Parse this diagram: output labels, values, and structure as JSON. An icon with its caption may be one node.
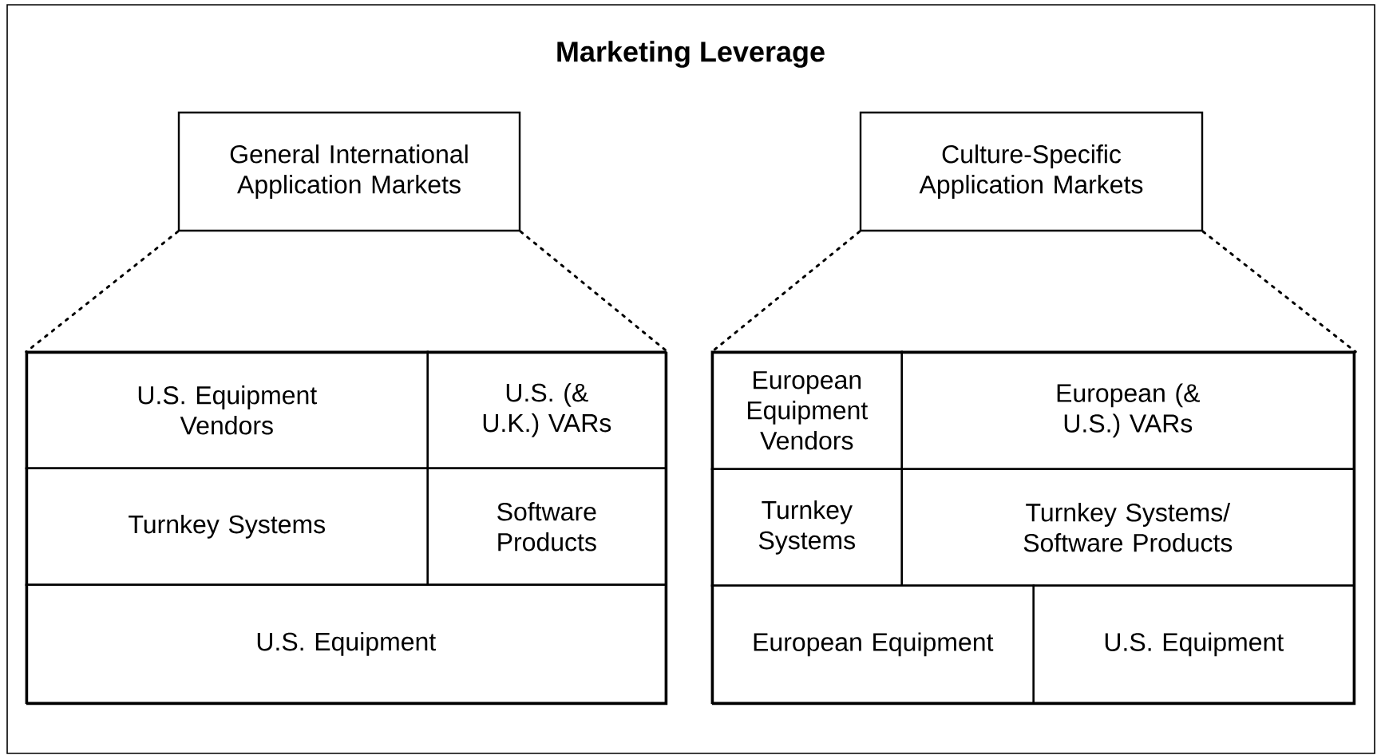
{
  "diagram": {
    "title": "Marketing Leverage",
    "nodes": [
      {
        "text": [
          "General International Application Markets"
        ]
      },
      {
        "text": [],
        "shape": "box"
      },
      {
        "text": [
          "U.S. Equipment Vendors"
        ],
        "in": 1
      },
      {
        "text": [
          "U.S. (& U.K.) VARs"
        ],
        "in": 1
      },
      {
        "text": [
          "Turnkey Systems"
        ],
        "in": 1
      },
      {
        "text": [
          "Software Products"
        ],
        "in": 1
      },
      {
        "text": [
          "U.S. Equipment"
        ],
        "in": 1
      },
      {
        "text": [
          "Culture-Specific Application Markets"
        ]
      },
      {
        "text": [],
        "shape": "box"
      },
      {
        "text": [
          "European Equipment Vendors"
        ],
        "in": 8
      },
      {
        "text": [
          "European (& U.S.) VARs"
        ],
        "in": 8
      },
      {
        "text": [
          "Turnkey Systems"
        ],
        "in": 8
      },
      {
        "text": [
          "Turnkey Systems/ Software Products"
        ],
        "in": 8
      },
      {
        "text": [
          "European Equipment"
        ],
        "in": 8
      },
      {
        "text": [
          "U.S. Equipment"
        ],
        "in": 8
      }
    ],
    "edges": [
      {
        "from": 0,
        "to": 1,
        "arrow": "none",
        "style": "dashed"
      },
      {
        "from": 0,
        "to": 1,
        "arrow": "none",
        "style": "dashed"
      },
      {
        "from": 7,
        "to": 8,
        "arrow": "none",
        "style": "dashed"
      },
      {
        "from": 7,
        "to": 8,
        "arrow": "none",
        "style": "dashed"
      }
    ]
  }
}
